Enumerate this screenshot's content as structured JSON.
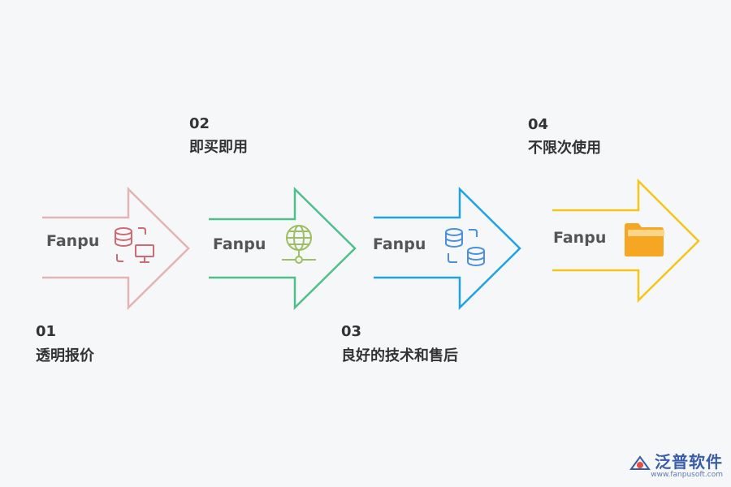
{
  "steps": [
    {
      "number": "01",
      "title": "透明报价",
      "arrow_text": "Fanpu",
      "color": "#e4b3b3",
      "icon": "database-monitor-icon",
      "icon_color": "#cc6b73"
    },
    {
      "number": "02",
      "title": "即买即用",
      "arrow_text": "Fanpu",
      "color": "#4fbf8c",
      "icon": "globe-network-icon",
      "icon_color": "#9bbf62"
    },
    {
      "number": "03",
      "title": "良好的技术和售后",
      "arrow_text": "Fanpu",
      "color": "#1fa3e3",
      "icon": "database-sync-icon",
      "icon_color": "#4a8fe0"
    },
    {
      "number": "04",
      "title": "不限次使用",
      "arrow_text": "Fanpu",
      "color": "#f5c518",
      "icon": "folder-icon",
      "icon_color": "#f5a623"
    }
  ],
  "watermark": {
    "brand": "泛普软件",
    "url": "www.fanpusoft.com"
  }
}
